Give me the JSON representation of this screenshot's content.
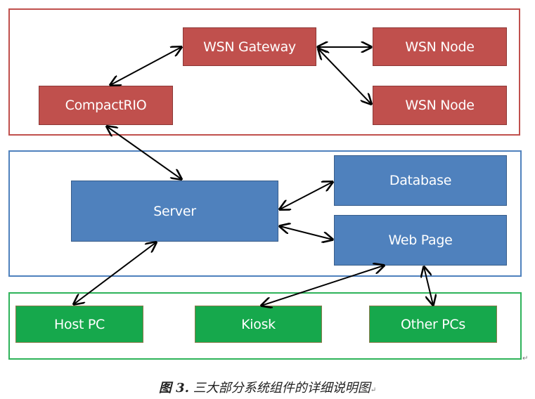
{
  "groups": [
    {
      "id": "field-layer",
      "color": "#c0504d"
    },
    {
      "id": "server-layer",
      "color": "#4f81bd"
    },
    {
      "id": "client-layer",
      "color": "#2eb35a"
    }
  ],
  "nodes": {
    "wsn_gateway": "WSN Gateway",
    "wsn_node_1": "WSN Node",
    "wsn_node_2": "WSN Node",
    "compactrio": "CompactRIO",
    "server": "Server",
    "database": "Database",
    "web_page": "Web Page",
    "host_pc": "Host PC",
    "kiosk": "Kiosk",
    "other_pcs": "Other PCs"
  },
  "edges": [
    {
      "from": "CompactRIO",
      "to": "WSN Gateway",
      "bidirectional": true
    },
    {
      "from": "WSN Gateway",
      "to": "WSN Node (1)",
      "bidirectional": true
    },
    {
      "from": "WSN Gateway",
      "to": "WSN Node (2)",
      "bidirectional": true
    },
    {
      "from": "CompactRIO",
      "to": "Server",
      "bidirectional": true
    },
    {
      "from": "Server",
      "to": "Database",
      "bidirectional": true
    },
    {
      "from": "Server",
      "to": "Web Page",
      "bidirectional": true
    },
    {
      "from": "Server",
      "to": "Host PC",
      "bidirectional": true
    },
    {
      "from": "Web Page",
      "to": "Kiosk",
      "bidirectional": true
    },
    {
      "from": "Web Page",
      "to": "Other PCs",
      "bidirectional": true
    }
  ],
  "colors": {
    "red_node": "#c0504d",
    "blue_node": "#4f81bd",
    "green_node": "#16a84c",
    "arrow": "#000000"
  },
  "caption": {
    "figure_label": "图 3.",
    "text": " 三大部分系统组件的详细说明图",
    "paragraph_mark": "↵"
  }
}
